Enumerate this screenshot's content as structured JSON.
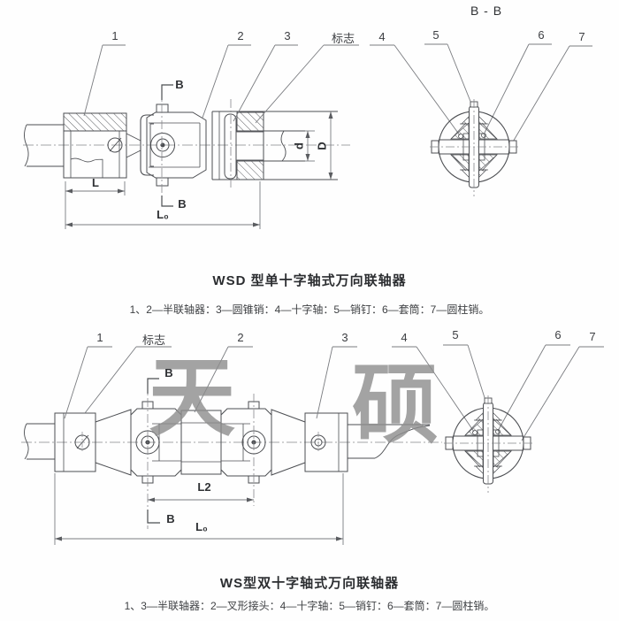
{
  "page": {
    "background": "#fefefe",
    "line_color": "#4c4e52",
    "dim_color": "#7a7c80",
    "text_color": "#3c3e42",
    "watermark_color": "#8d8d8d"
  },
  "watermark": {
    "char1": "天",
    "char2": "硕"
  },
  "top_view": {
    "section_title": "B - B",
    "labels": {
      "n1": "1",
      "n2": "2",
      "n3": "3",
      "mark": "标志",
      "n4": "4",
      "n5": "5",
      "n6": "6",
      "n7": "7"
    },
    "section_letter_top": "B",
    "section_letter_bottom": "B",
    "dims": {
      "L": "L",
      "L0": "L₀",
      "d": "d",
      "D": "D"
    },
    "title": "WSD 型单十字轴式万向联轴器",
    "caption": "1、2—半联轴器：3—圆锥销：4—十字轴：5—销钉：6—套筒：7—圆柱销。"
  },
  "bottom_view": {
    "labels": {
      "n1": "1",
      "mark": "标志",
      "n2": "2",
      "n3": "3",
      "n4": "4",
      "n5": "5",
      "n6": "6",
      "n7": "7"
    },
    "section_letter_top": "B",
    "section_letter_bottom": "B",
    "dims": {
      "L2": "L2",
      "L0": "L₀"
    },
    "title": "WS型双十字轴式万向联轴器",
    "caption": "1、3—半联轴器：2—叉形接头：4—十字轴：5—销钉：6—套筒：7—圆柱销。"
  }
}
